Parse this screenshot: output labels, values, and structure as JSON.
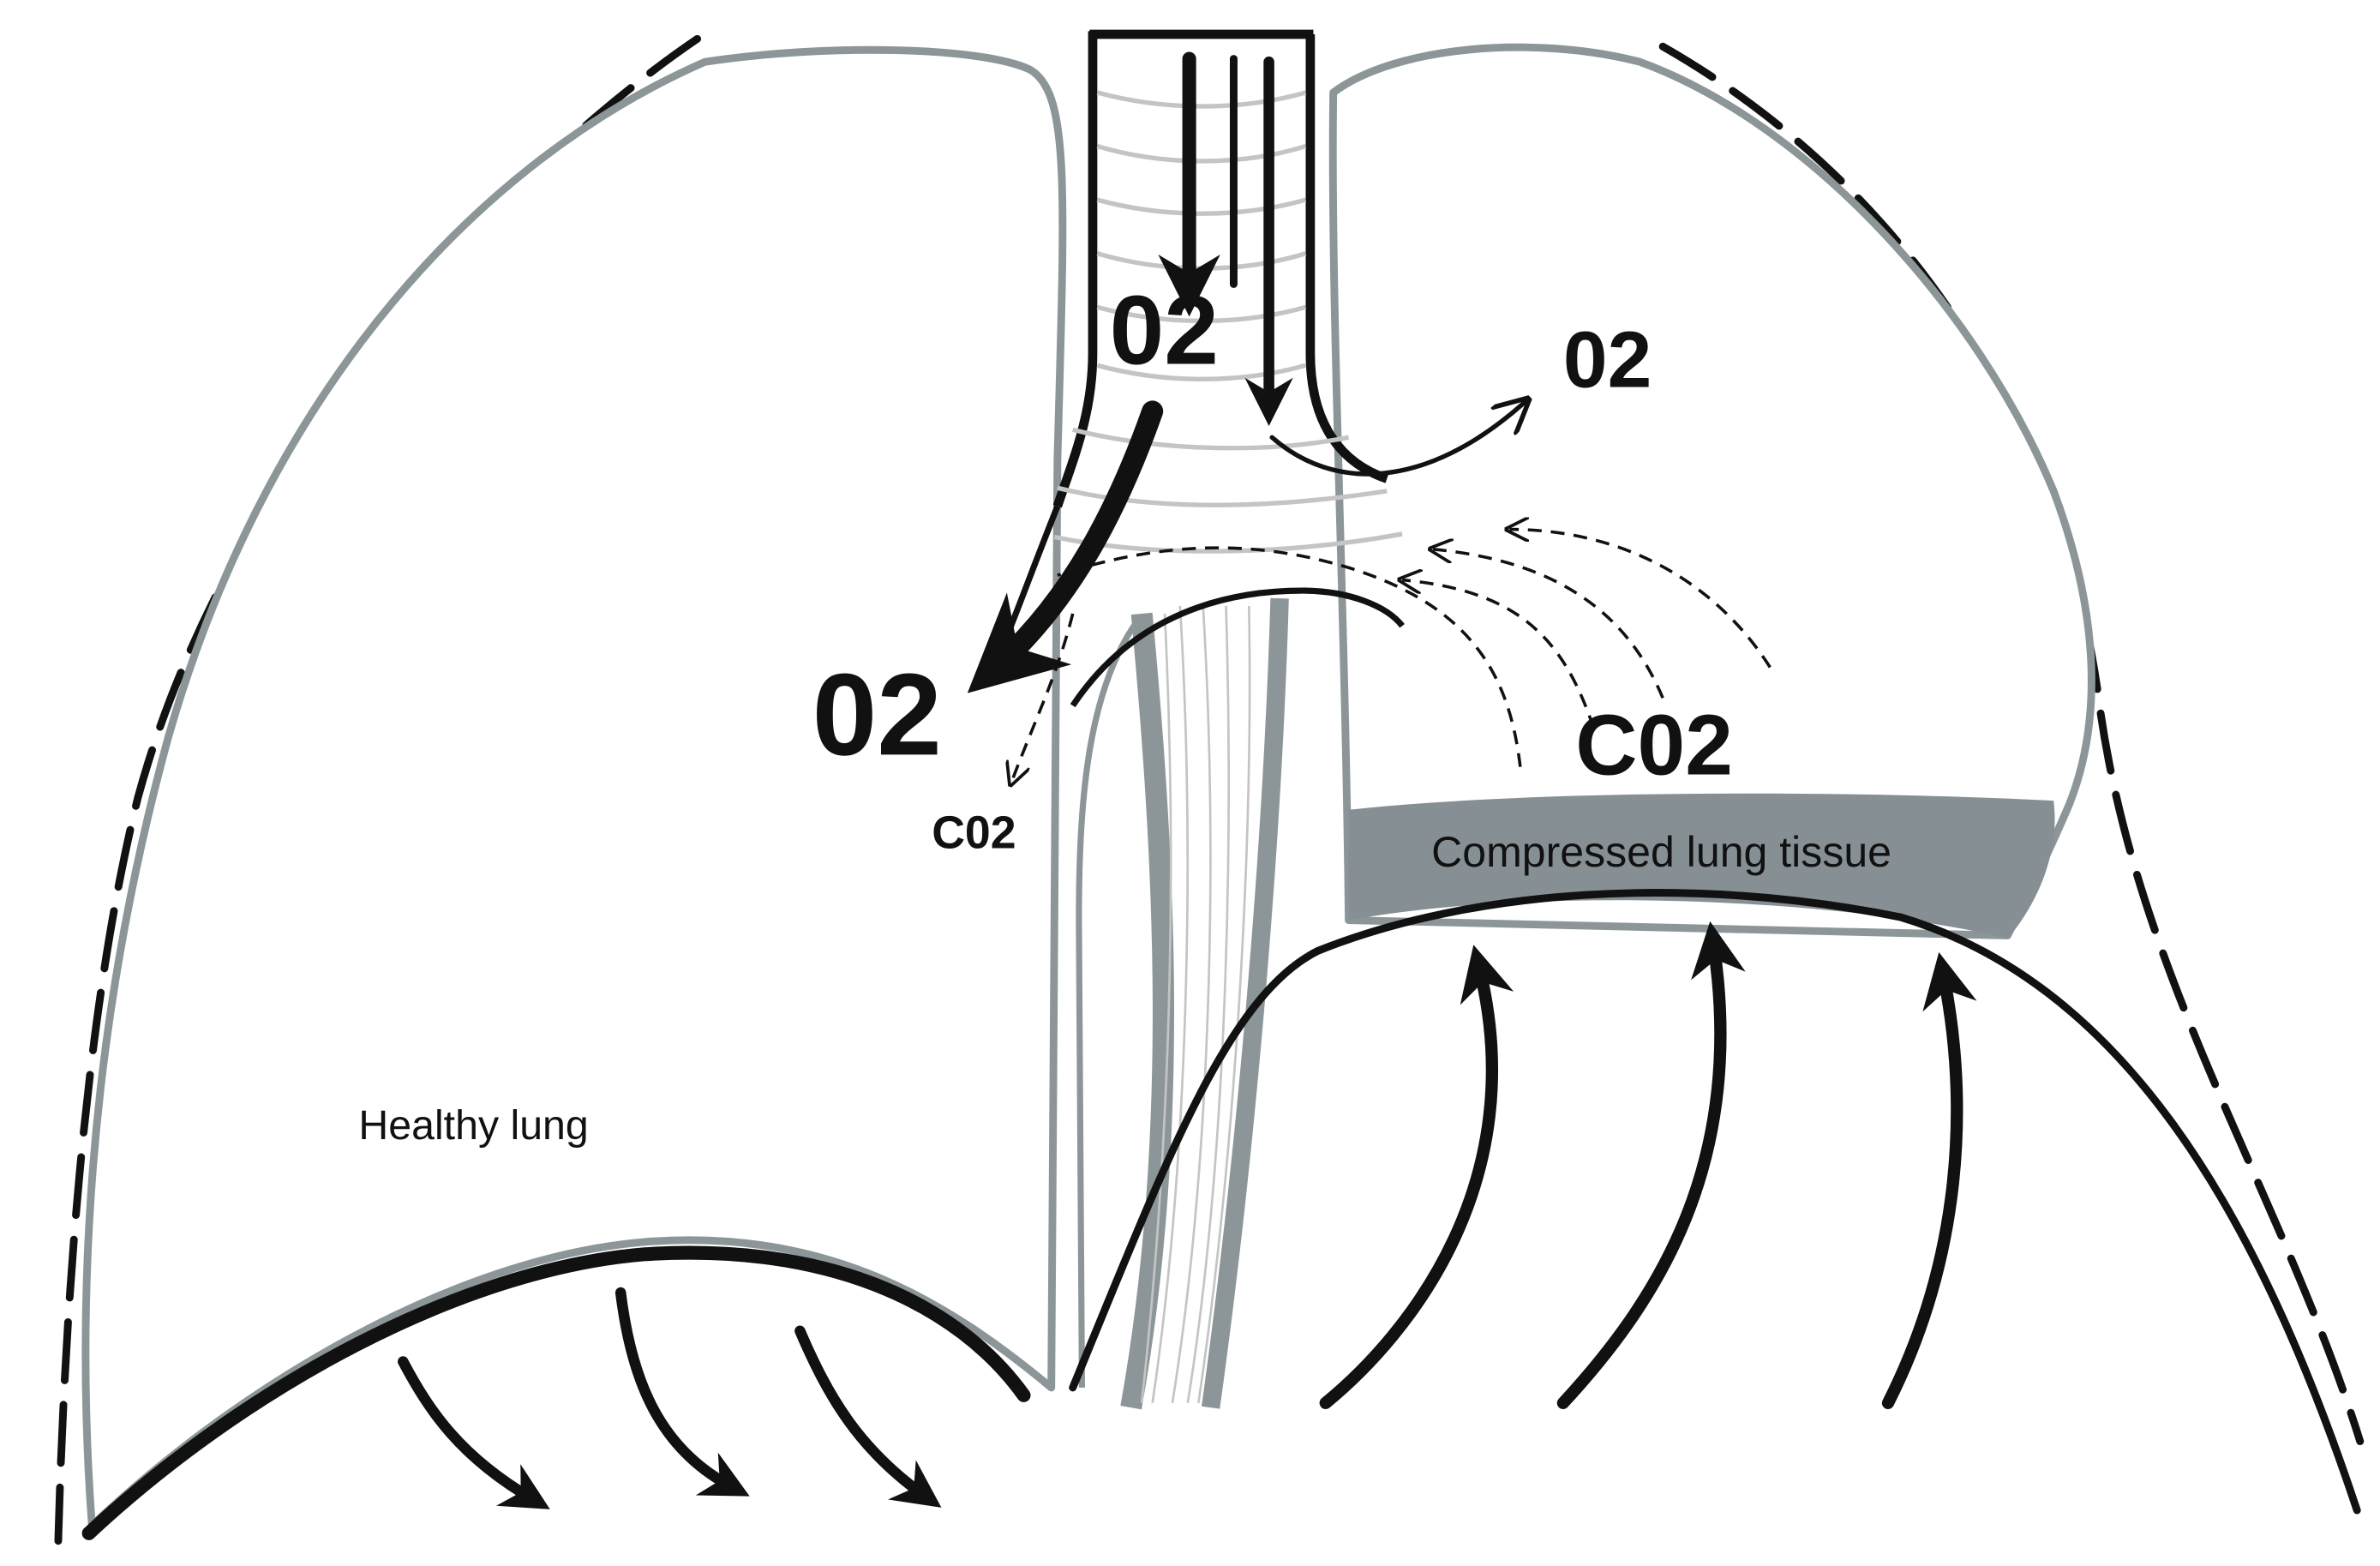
{
  "labels": {
    "o2_top": "02",
    "o2_right": "02",
    "o2_left": "02",
    "co2_small": "C02",
    "co2_right": "C02",
    "compressed": "Compressed lung tissue",
    "healthy": "Healthy  lung"
  },
  "colors": {
    "outline_grey": "#8c9699",
    "tissue_fill": "#868f94",
    "ink": "#111111",
    "light_grey": "#c4c4c4",
    "background": "#ffffff"
  }
}
